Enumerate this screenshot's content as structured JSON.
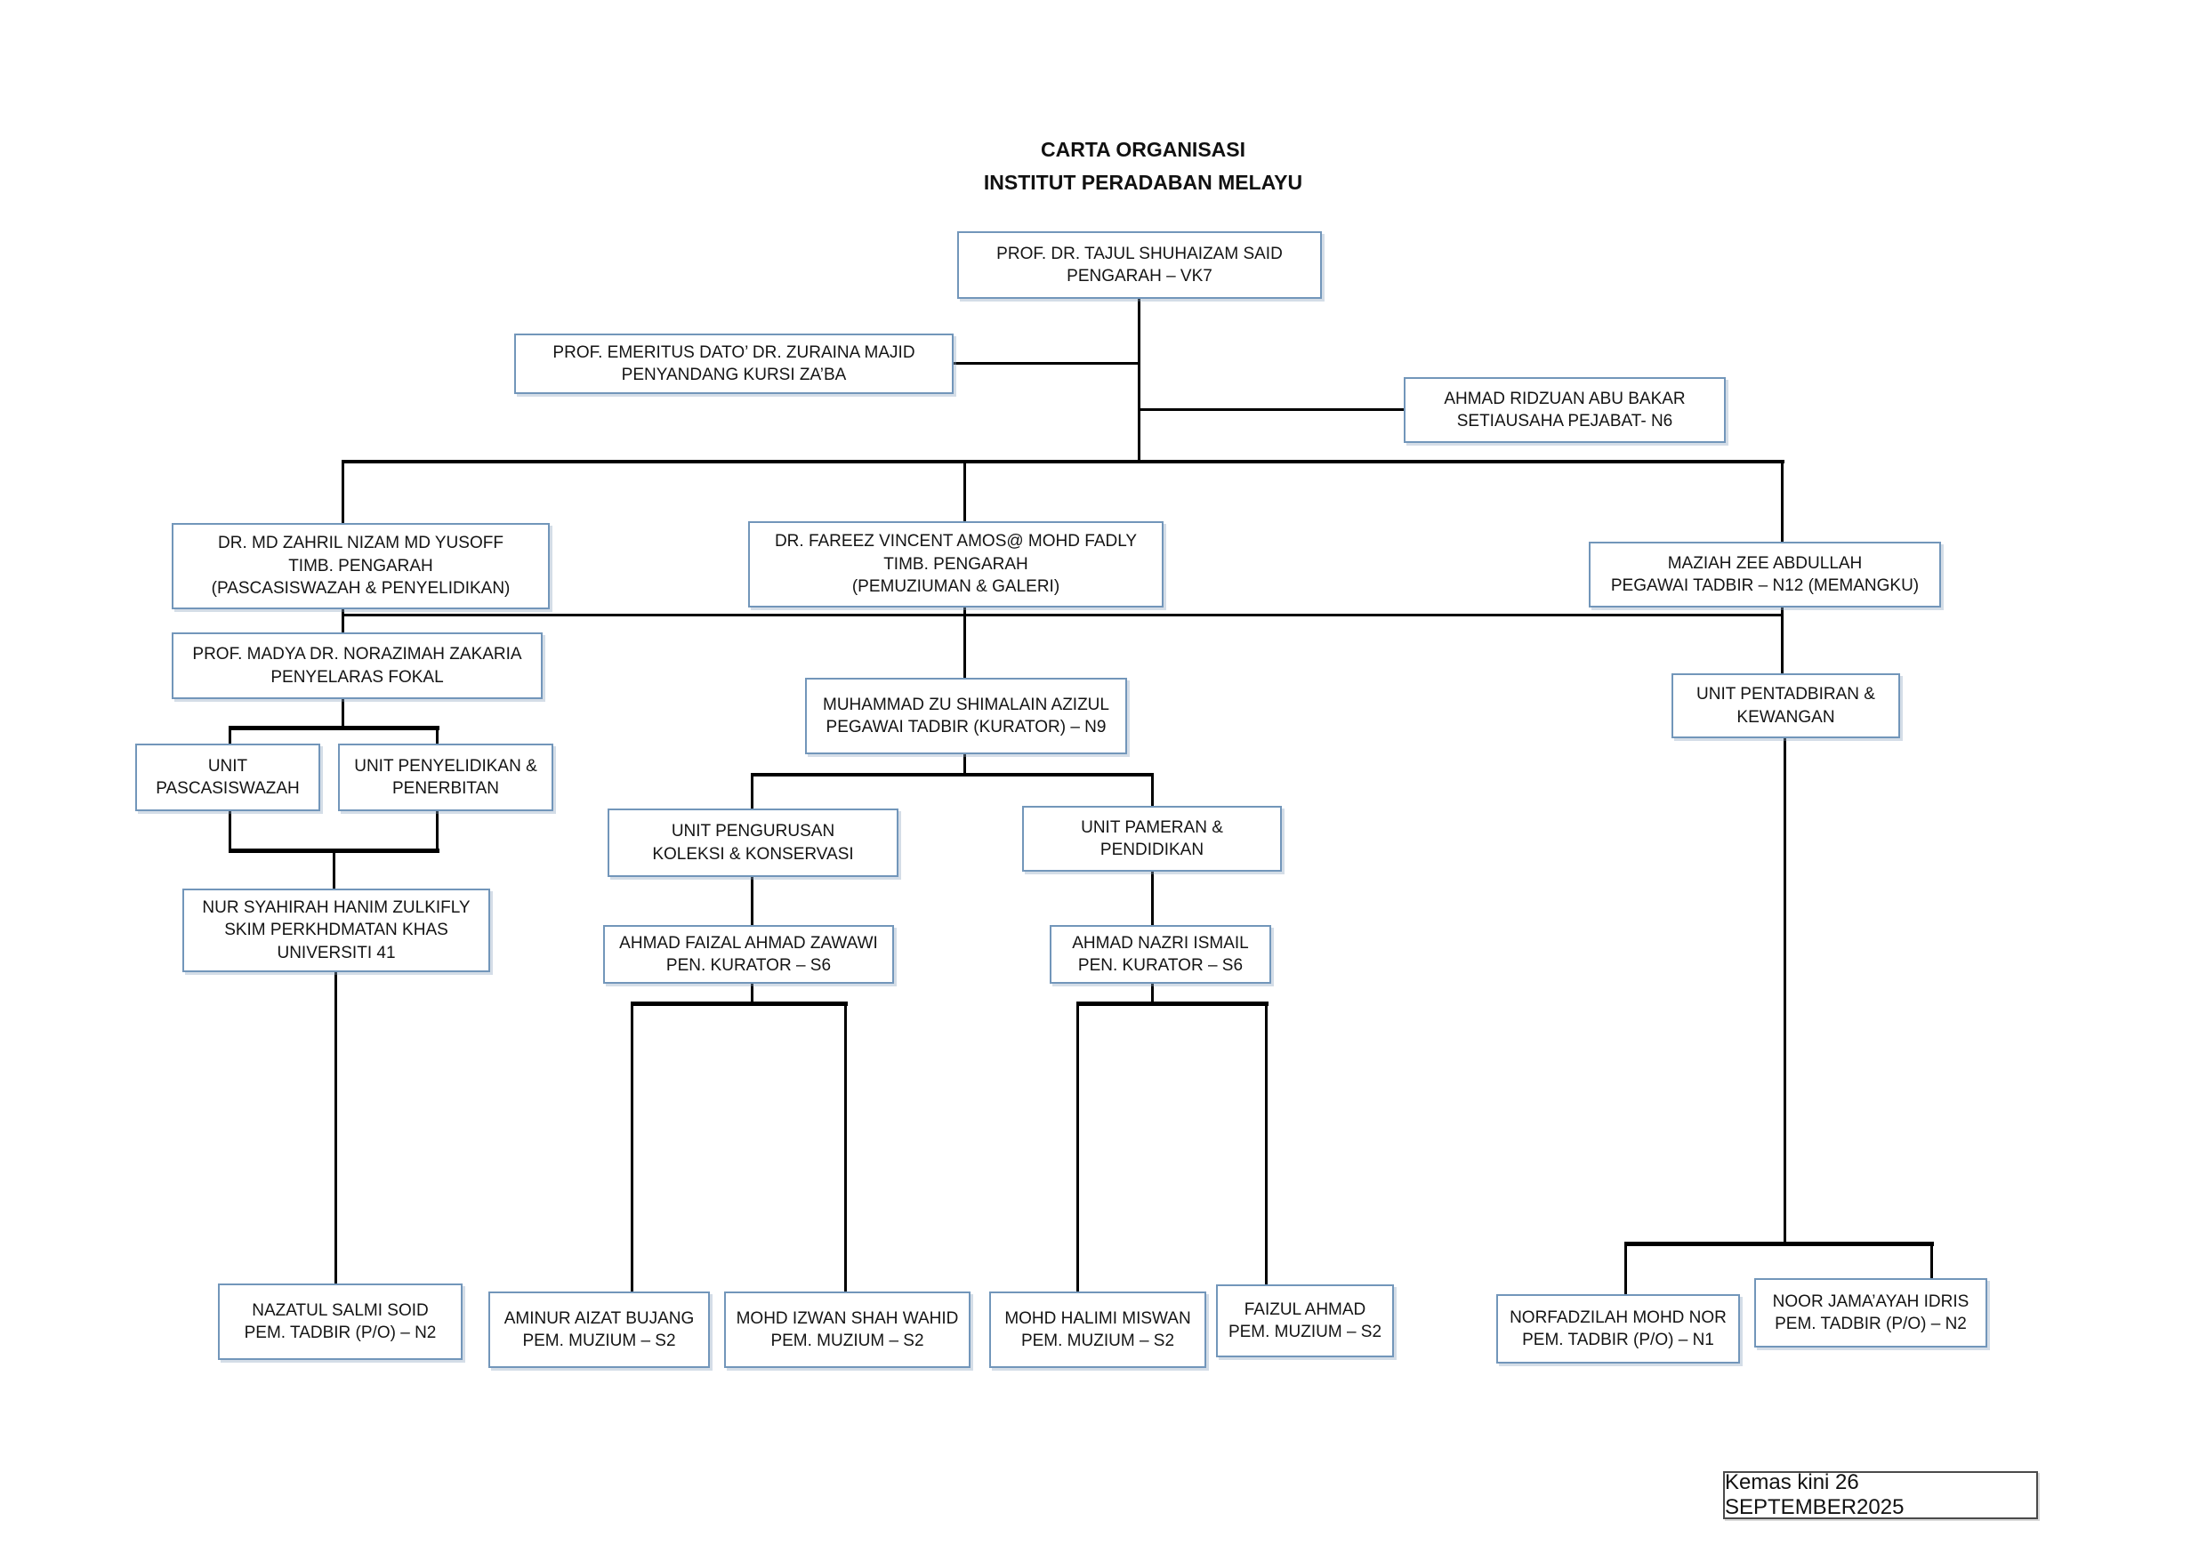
{
  "title": [
    "CARTA ORGANISASI",
    "INSTITUT PERADABAN MELAYU"
  ],
  "nodes": {
    "pengarah": [
      "PROF. DR. TAJUL SHUHAIZAM SAID",
      "PENGARAH – VK7"
    ],
    "zuraina": [
      "PROF. EMERITUS DATO’ DR. ZURAINA MAJID",
      "PENYANDANG KURSI ZA’BA"
    ],
    "setiausaha": [
      "AHMAD RIDZUAN ABU BAKAR",
      "SETIAUSAHA PEJABAT- N6"
    ],
    "zahril": [
      "DR. MD ZAHRIL NIZAM MD YUSOFF",
      "TIMB. PENGARAH",
      "(PASCASISWAZAH & PENYELIDIKAN)"
    ],
    "fareez": [
      "DR. FAREEZ VINCENT AMOS@ MOHD FADLY",
      "TIMB. PENGARAH",
      "(PEMUZIUMAN & GALERI)"
    ],
    "maziah": [
      "MAZIAH ZEE ABDULLAH",
      "PEGAWAI TADBIR – N12 (MEMANGKU)"
    ],
    "norazimah": [
      "PROF. MADYA DR. NORAZIMAH ZAKARIA",
      "PENYELARAS FOKAL"
    ],
    "unit_pasca": [
      "UNIT",
      "PASCASISWAZAH"
    ],
    "unit_penyelidikan": [
      "UNIT PENYELIDIKAN &",
      "PENERBITAN"
    ],
    "nur_syahirah": [
      "NUR SYAHIRAH HANIM ZULKIFLY",
      "SKIM PERKHDMATAN KHAS",
      "UNIVERSITI 41"
    ],
    "muhammad_zu": [
      "MUHAMMAD ZU SHIMALAIN AZIZUL",
      "PEGAWAI TADBIR (KURATOR) – N9"
    ],
    "unit_pengurusan": [
      "UNIT PENGURUSAN",
      "KOLEKSI & KONSERVASI"
    ],
    "unit_pameran": [
      "UNIT PAMERAN &",
      "PENDIDIKAN"
    ],
    "ahmad_faizal": [
      "AHMAD FAIZAL AHMAD ZAWAWI",
      "PEN. KURATOR – S6"
    ],
    "ahmad_nazri": [
      "AHMAD NAZRI ISMAIL",
      "PEN. KURATOR – S6"
    ],
    "unit_pentadbiran": [
      "UNIT PENTADBIRAN &",
      "KEWANGAN"
    ],
    "nazatul": [
      "NAZATUL SALMI SOID",
      "PEM. TADBIR (P/O) – N2"
    ],
    "aminur": [
      "AMINUR AIZAT BUJANG",
      "PEM. MUZIUM – S2"
    ],
    "izwan": [
      "MOHD IZWAN SHAH WAHID",
      "PEM. MUZIUM – S2"
    ],
    "halimi": [
      "MOHD HALIMI MISWAN",
      "PEM. MUZIUM – S2"
    ],
    "faizul": [
      "FAIZUL AHMAD",
      "PEM. MUZIUM – S2"
    ],
    "norfadzilah": [
      "NORFADZILAH MOHD NOR",
      "PEM. TADBIR (P/O) – N1"
    ],
    "jamaayah": [
      "NOOR JAMA’AYAH IDRIS",
      "PEM. TADBIR (P/O) – N2"
    ]
  },
  "footer": {
    "updated_label": "Kemas kini 26 SEPTEMBER2025"
  },
  "colors": {
    "box_border": "#7296ba",
    "line": "#000000"
  }
}
